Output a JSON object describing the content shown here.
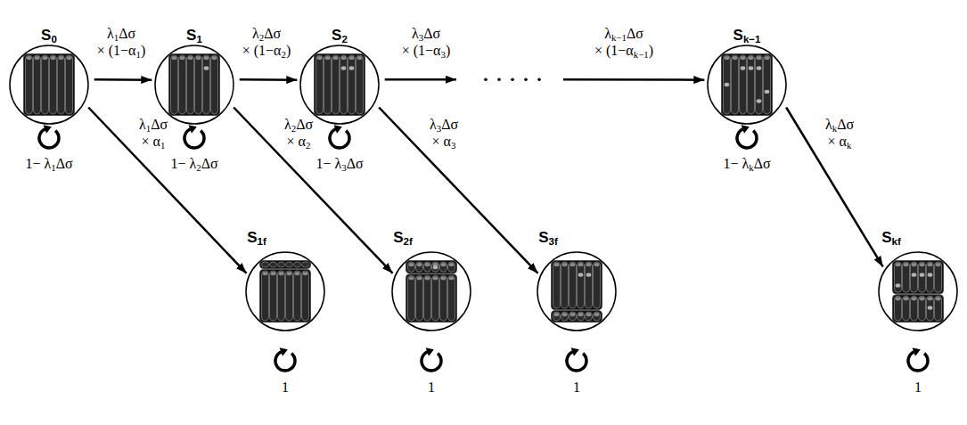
{
  "diagram": {
    "nodes": [
      {
        "text": [
          "S0"
        ]
      },
      {
        "text": [
          "S1"
        ]
      },
      {
        "text": [
          "S2"
        ]
      },
      {
        "text": [
          "Sk−1"
        ]
      },
      {
        "text": [
          "S1f"
        ]
      },
      {
        "text": [
          "S2f"
        ]
      },
      {
        "text": [
          "S3f"
        ]
      },
      {
        "text": [
          "Skf"
        ]
      }
    ],
    "edges": [
      {
        "from": 0,
        "to": 1,
        "arrow": "to",
        "label": "λ1Δσ × (1−α1)"
      },
      {
        "from": 1,
        "to": 2,
        "arrow": "to",
        "label": "λ2Δσ × (1−α2)"
      },
      {
        "from": 2,
        "to": 3,
        "arrow": "to",
        "label": "λ3Δσ × (1−α3)"
      },
      {
        "from": 0,
        "to": 4,
        "arrow": "to",
        "label": "λ1Δσ × α1"
      },
      {
        "from": 1,
        "to": 5,
        "arrow": "to",
        "label": "λ2Δσ × α2"
      },
      {
        "from": 2,
        "to": 6,
        "arrow": "to",
        "label": "λ3Δσ × α3"
      },
      {
        "from": 3,
        "to": 7,
        "arrow": "to",
        "label": "λkΔσ × αk"
      }
    ],
    "labels": [
      "1− λ1Δσ",
      "1− λ2Δσ",
      "1− λ3Δσ",
      "1− λkΔσ",
      "1",
      "1",
      "1",
      "1",
      "λk−1Δσ × (1−αk−1)"
    ]
  }
}
